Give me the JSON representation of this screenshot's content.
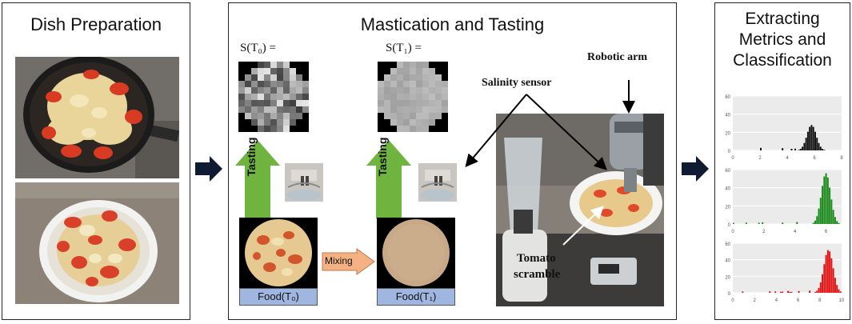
{
  "panels": {
    "dish_preparation": {
      "title": "Dish Preparation"
    },
    "mastication": {
      "title": "Mastication and Tasting",
      "s_t0": "S(T₀) =",
      "s_t1": "S(T₁) =",
      "tasting_left": "Tasting",
      "tasting_right": "Tasting",
      "food_t0": "Food(T₀)",
      "food_t1": "Food(T₁)",
      "mixing": "Mixing",
      "salinity_sensor": "Salinity sensor",
      "robotic_arm": "Robotic arm",
      "tomato_scramble_1": "Tomato",
      "tomato_scramble_2": "scramble"
    },
    "metrics": {
      "title_line1": "Extracting",
      "title_line2": "Metrics and",
      "title_line3": "Classification"
    }
  },
  "histograms": [
    {
      "color": "#111111",
      "yticks": [
        "60",
        "40",
        "20",
        "0"
      ],
      "xticks": [
        "0",
        "2",
        "4",
        "6",
        "8"
      ]
    },
    {
      "color": "#1a8a1a",
      "yticks": [
        "60",
        "40",
        "20",
        "0"
      ],
      "xticks": [
        "0",
        "2",
        "4",
        "6"
      ]
    },
    {
      "color": "#e01010",
      "yticks": [
        "60",
        "40",
        "20",
        "0"
      ],
      "xticks": [
        "0",
        "2",
        "4",
        "6",
        "8",
        "10"
      ]
    }
  ],
  "colors": {
    "green_arrow": "#6fb43f",
    "blue_label": "#9fb6e0",
    "mixing_arrow": "#f4b183",
    "navy_arrow": "#0f1a33"
  }
}
